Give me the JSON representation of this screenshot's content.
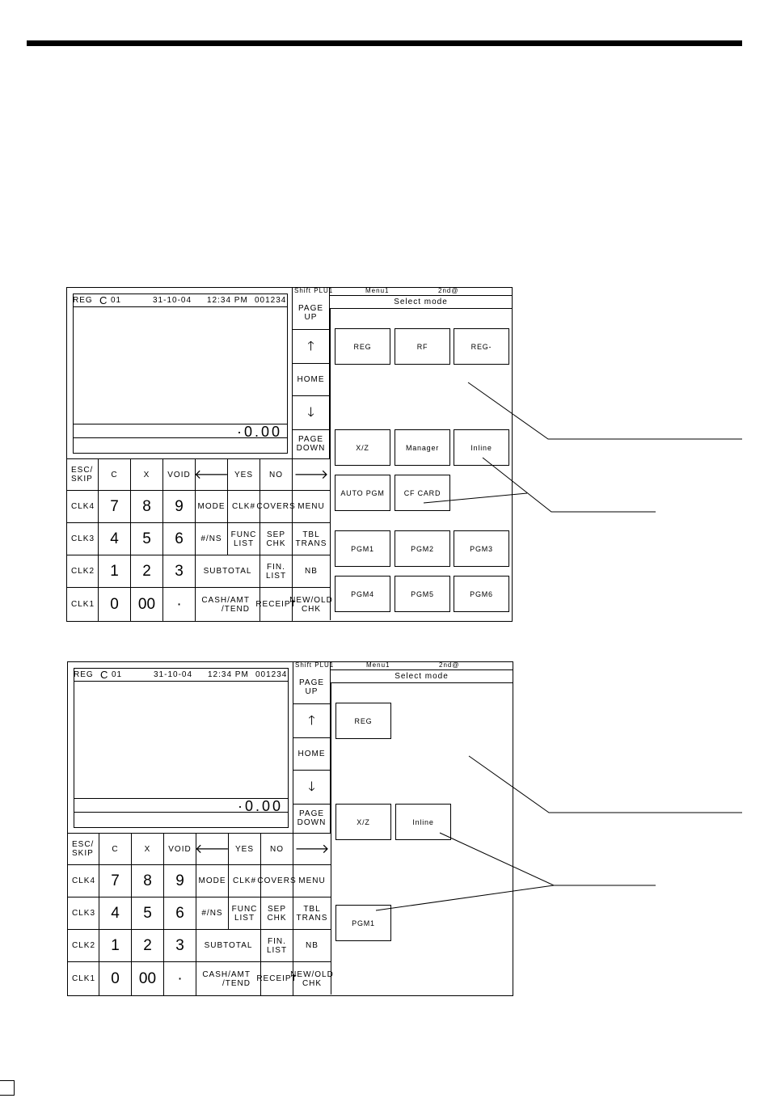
{
  "panels": [
    {
      "status": {
        "mode": "REG",
        "clerk_sym": "C",
        "clerk_num": "01",
        "date": "31-10-04",
        "time": "12:34 PM",
        "count": "001234"
      },
      "total": "·0.00",
      "header": {
        "shift": "Shift PLU1",
        "menu": "Menu1",
        "second": "2nd@",
        "title": "Select mode"
      },
      "nav": {
        "page_up": "PAGE\nUP",
        "up": "🡑",
        "home": "HOME",
        "down": "🡓",
        "page_down": "PAGE\nDOWN"
      },
      "keys": {
        "esc": "ESC/\nSKIP",
        "c": "C",
        "x": "X",
        "void": "VOID",
        "left": "🡐",
        "yes": "YES",
        "no": "NO",
        "right": "🡒",
        "clk4": "CLK4",
        "k7": "7",
        "k8": "8",
        "k9": "9",
        "mode": "MODE",
        "clknum": "CLK#",
        "covers": "COVERS",
        "menu": "MENU",
        "clk3": "CLK3",
        "k4": "4",
        "k5": "5",
        "k6": "6",
        "ns": "#/NS",
        "func": "FUNC\nLIST",
        "sep": "SEP\nCHK",
        "tbl": "TBL\nTRANS",
        "clk2": "CLK2",
        "k1": "1",
        "k2": "2",
        "k3": "3",
        "subtotal": "SUBTOTAL",
        "fin": "FIN.\nLIST",
        "nb": "NB",
        "clk1": "CLK1",
        "k0": "0",
        "k00": "00",
        "dot": "·",
        "cash": "CASH/AMT\n/TEND",
        "receipt": "RECEIPT",
        "newold": "NEW/OLD\nCHK"
      },
      "modes": [
        "REG",
        "RF",
        "REG-",
        "X/Z",
        "Manager",
        "Inline",
        "AUTO PGM",
        "CF CARD",
        "PGM1",
        "PGM2",
        "PGM3",
        "PGM4",
        "PGM5",
        "PGM6"
      ]
    },
    {
      "status": {
        "mode": "REG",
        "clerk_sym": "C",
        "clerk_num": "01",
        "date": "31-10-04",
        "time": "12:34 PM",
        "count": "001234"
      },
      "total": "·0.00",
      "header": {
        "shift": "Shift PLU1",
        "menu": "Menu1",
        "second": "2nd@",
        "title": "Select mode"
      },
      "nav": {
        "page_up": "PAGE\nUP",
        "up": "🡑",
        "home": "HOME",
        "down": "🡓",
        "page_down": "PAGE\nDOWN"
      },
      "keys": {
        "esc": "ESC/\nSKIP",
        "c": "C",
        "x": "X",
        "void": "VOID",
        "left": "🡐",
        "yes": "YES",
        "no": "NO",
        "right": "🡒",
        "clk4": "CLK4",
        "k7": "7",
        "k8": "8",
        "k9": "9",
        "mode": "MODE",
        "clknum": "CLK#",
        "covers": "COVERS",
        "menu": "MENU",
        "clk3": "CLK3",
        "k4": "4",
        "k5": "5",
        "k6": "6",
        "ns": "#/NS",
        "func": "FUNC\nLIST",
        "sep": "SEP\nCHK",
        "tbl": "TBL\nTRANS",
        "clk2": "CLK2",
        "k1": "1",
        "k2": "2",
        "k3": "3",
        "subtotal": "SUBTOTAL",
        "fin": "FIN.\nLIST",
        "nb": "NB",
        "clk1": "CLK1",
        "k0": "0",
        "k00": "00",
        "dot": "·",
        "cash": "CASH/AMT\n/TEND",
        "receipt": "RECEIPT",
        "newold": "NEW/OLD\nCHK"
      },
      "modes": [
        "REG",
        "X/Z",
        "Inline",
        "PGM1"
      ]
    }
  ]
}
